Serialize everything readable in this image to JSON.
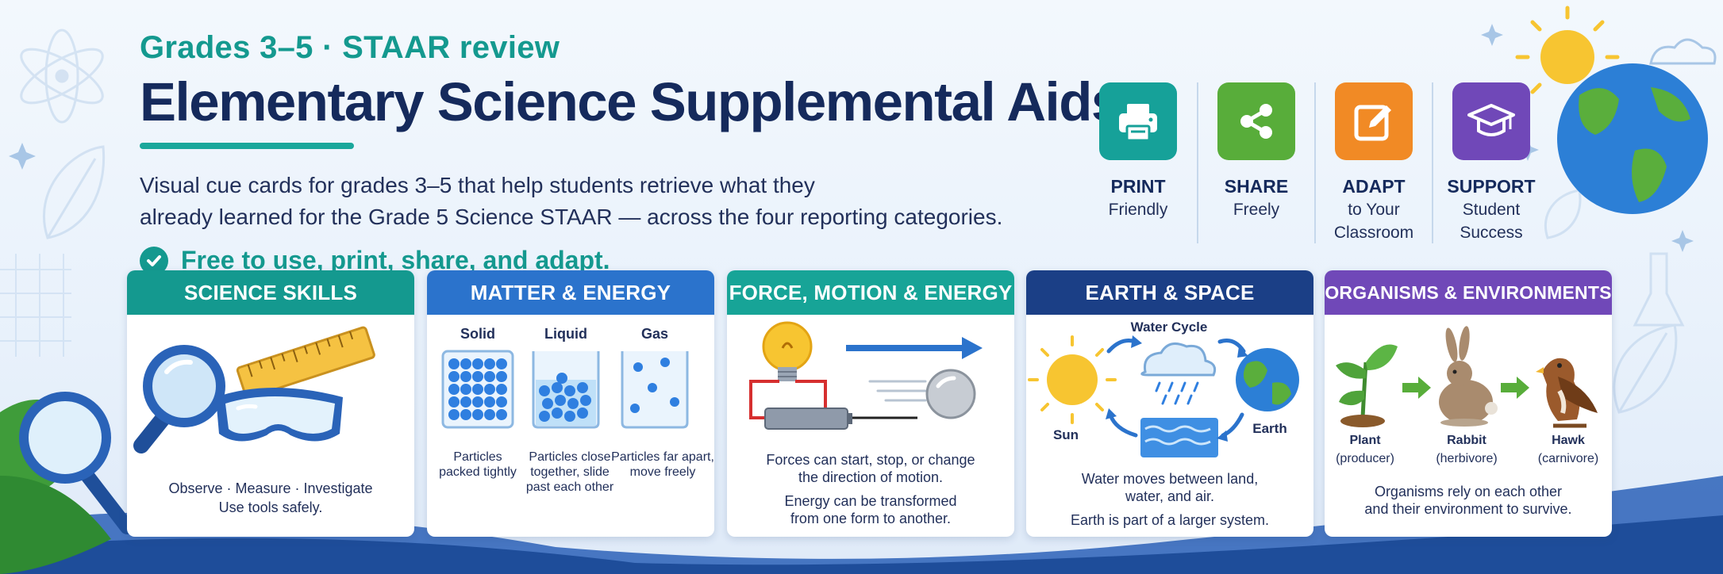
{
  "header": {
    "subtitle": "Grades 3–5 · STAAR review",
    "title": "Elementary Science Supplemental Aids",
    "description_line1": "Visual cue cards for grades 3–5 that help students retrieve what they",
    "description_line2": "already learned for the Grade 5 Science STAAR — across the four reporting categories.",
    "free_text": "Free to use, print, share, and adapt."
  },
  "features": [
    {
      "icon": "printer-icon",
      "color": "#16a199",
      "title": "PRINT",
      "sub1": "Friendly",
      "sub2": ""
    },
    {
      "icon": "share-icon",
      "color": "#58ad3a",
      "title": "SHARE",
      "sub1": "Freely",
      "sub2": ""
    },
    {
      "icon": "edit-icon",
      "color": "#f18a25",
      "title": "ADAPT",
      "sub1": "to Your",
      "sub2": "Classroom"
    },
    {
      "icon": "graduation-cap-icon",
      "color": "#7048b8",
      "title": "SUPPORT",
      "sub1": "Student",
      "sub2": "Success"
    }
  ],
  "cards": {
    "skills": {
      "title": "SCIENCE SKILLS",
      "color": "#14998f",
      "line1": "Observe  ·  Measure  ·  Investigate",
      "line2": "Use tools safely."
    },
    "matter": {
      "title": "MATTER & ENERGY",
      "color": "#2b73cc",
      "solid": "Solid",
      "liquid": "Liquid",
      "gas": "Gas",
      "solid_desc1": "Particles",
      "solid_desc2": "packed tightly",
      "liquid_desc1": "Particles close",
      "liquid_desc2": "together, slide",
      "liquid_desc3": "past each other",
      "gas_desc1": "Particles far apart,",
      "gas_desc2": "move freely"
    },
    "force": {
      "title": "FORCE, MOTION & ENERGY",
      "color": "#17a497",
      "line1": "Forces can start, stop, or change",
      "line2": "the direction of motion.",
      "line3": "Energy can be transformed",
      "line4": "from one form to another."
    },
    "earth": {
      "title": "EARTH & SPACE",
      "color": "#1b3f86",
      "water_cycle": "Water Cycle",
      "sun": "Sun",
      "earth": "Earth",
      "line1": "Water moves between land,",
      "line2": "water, and air.",
      "line3": "Earth is part of a larger system."
    },
    "organisms": {
      "title": "ORGANISMS & ENVIRONMENTS",
      "color": "#7048b8",
      "plant": "Plant",
      "plant_role": "(producer)",
      "rabbit": "Rabbit",
      "rabbit_role": "(herbivore)",
      "hawk": "Hawk",
      "hawk_role": "(carnivore)",
      "line1": "Organisms rely on each other",
      "line2": "and their environment to survive."
    }
  },
  "colors": {
    "navy": "#152a5c",
    "teal": "#14998f",
    "ruler": "#f5c242",
    "particle": "#2f7fe0"
  }
}
